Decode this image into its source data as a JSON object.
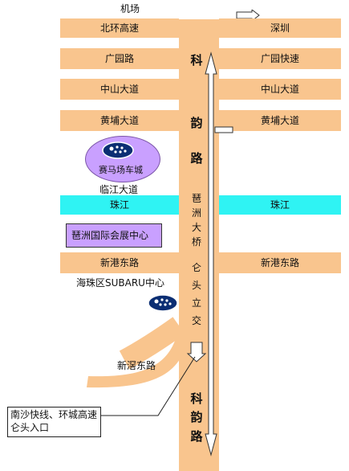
{
  "map": {
    "top_label": "机场",
    "north_left": "北环高速",
    "north_right": "深圳",
    "guangyuan_left": "广园路",
    "guangyuan_right": "广园快速",
    "zhongshan_left": "中山大道",
    "zhongshan_right": "中山大道",
    "huangpu_left": "黄埔大道",
    "huangpu_right": "黄埔大道",
    "linjiang": "临江大道",
    "river_left": "珠江",
    "river_right": "珠江",
    "xingang_left": "新港东路",
    "xingang_right": "新港东路",
    "xinjiao": "新滘东路",
    "kewen_top": [
      "科",
      "韵",
      "路"
    ],
    "kewen_bottom": [
      "科",
      "韵",
      "路"
    ],
    "bridge": [
      "琶",
      "洲",
      "大",
      "桥"
    ],
    "interchange": [
      "仑",
      "头",
      "立",
      "交"
    ],
    "mall_name": "赛马场车城",
    "expo": "琶洲国际会展中心",
    "dealer": "海珠区SUBARU中心",
    "callout": "南沙快线、环城高速仑头入口"
  },
  "colors": {
    "road": "#F9C58E",
    "river": "#2FF3F3",
    "building": "#C9A0FF"
  }
}
